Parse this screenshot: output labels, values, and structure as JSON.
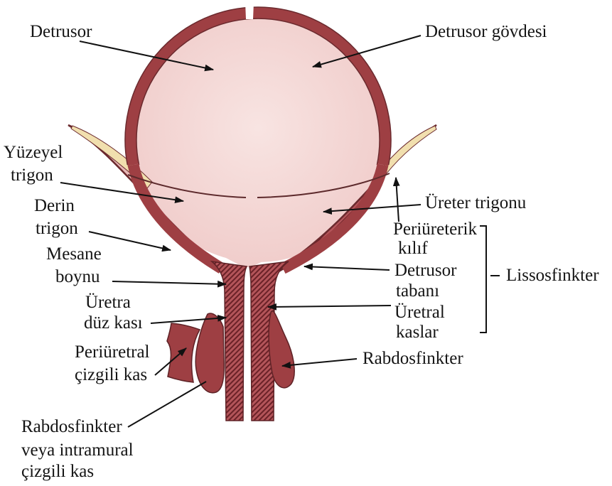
{
  "labels": {
    "detrusor": "Detrusor",
    "detrusor_body": "Detrusor gövdesi",
    "superficial_trigone": {
      "line1": "Yüzeyel",
      "line2": "trigon"
    },
    "deep_trigone": {
      "line1": "Derin",
      "line2": "trigon"
    },
    "bladder_neck": {
      "line1": "Mesane",
      "line2": "boynu"
    },
    "urethral_smooth_muscle": {
      "line1": "Üretra",
      "line2": "düz kası"
    },
    "periurethral_striated_muscle": {
      "line1": "Periüretral",
      "line2": "çizgili kas"
    },
    "intramural_rhabdosphincter": {
      "line1": "Rabdosfinkter",
      "line2": "veya intramural",
      "line3": "çizgili kas"
    },
    "ureteric_trigone": "Üreter trigonu",
    "periureteric_sheath": {
      "line1": "Periüreterik",
      "line2": "kılıf"
    },
    "detrusor_base": {
      "line1": "Detrusor",
      "line2": "tabanı"
    },
    "urethral_muscles": {
      "line1": "Üretral",
      "line2": "kaslar"
    },
    "lissosphincter": "Lissosfinkter",
    "rhabdosphincter": "Rabdosfinkter"
  },
  "colors": {
    "wall": "#9e3f43",
    "wall_dark": "#6b2a2e",
    "wing": "#e8b8b6",
    "yellow": "#f1dfae",
    "cavity_light": "#f8e4e2",
    "cavity_dark": "#efc9c7",
    "ink": "#151515"
  }
}
